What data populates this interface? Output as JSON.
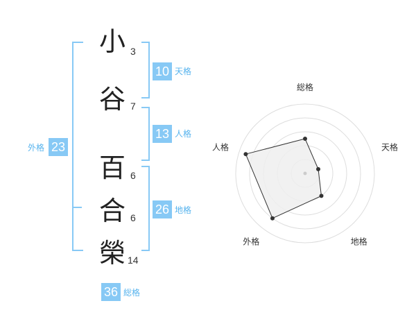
{
  "name": {
    "characters": [
      {
        "char": "小",
        "strokes": "3"
      },
      {
        "char": "谷",
        "strokes": "7"
      },
      {
        "char": "百",
        "strokes": "6"
      },
      {
        "char": "合",
        "strokes": "6"
      },
      {
        "char": "榮",
        "strokes": "14"
      }
    ]
  },
  "fortune": {
    "tenkaku": {
      "value": "10",
      "label": "天格"
    },
    "jinkaku": {
      "value": "13",
      "label": "人格"
    },
    "chikaku": {
      "value": "26",
      "label": "地格"
    },
    "gaikaku": {
      "value": "23",
      "label": "外格"
    },
    "soukaku": {
      "value": "36",
      "label": "総格"
    }
  },
  "chart_data": {
    "type": "radar",
    "axes": [
      "総格",
      "天格",
      "地格",
      "外格",
      "人格"
    ],
    "values": [
      2.5,
      1,
      2,
      4,
      4.5
    ],
    "rmax": 5,
    "rings": 5,
    "colors": {
      "grid": "#dddddd",
      "fill": "#eeeeee",
      "line": "#333333",
      "point": "#333333",
      "bracket": "#87c9f5",
      "box": "#87c9f5",
      "label": "#58b4ee"
    }
  }
}
